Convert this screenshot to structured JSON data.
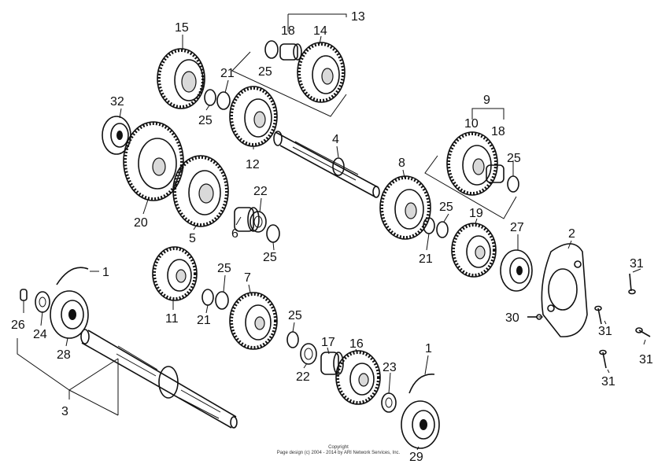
{
  "labels": {
    "l1a": "1",
    "l1b": "1",
    "l2": "2",
    "l3": "3",
    "l4": "4",
    "l5": "5",
    "l6": "6",
    "l7": "7",
    "l8": "8",
    "l9": "9",
    "l10": "10",
    "l11": "11",
    "l12": "12",
    "l13": "13",
    "l14": "14",
    "l15": "15",
    "l16": "16",
    "l17": "17",
    "l18a": "18",
    "l18b": "18",
    "l19": "19",
    "l20": "20",
    "l21a": "21",
    "l21b": "21",
    "l21c": "21",
    "l22a": "22",
    "l22b": "22",
    "l23": "23",
    "l24": "24",
    "l25a": "25",
    "l25b": "25",
    "l25c": "25",
    "l25d": "25",
    "l25e": "25",
    "l25f": "25",
    "l25g": "25",
    "l26": "26",
    "l27": "27",
    "l28": "28",
    "l29": "29",
    "l30": "30",
    "l31a": "31",
    "l31b": "31",
    "l31c": "31",
    "l31d": "31",
    "l32": "32"
  },
  "copyright": {
    "line1": "Copyright",
    "line2": "Page design (c) 2004 - 2014 by ARI Network Services, Inc."
  }
}
